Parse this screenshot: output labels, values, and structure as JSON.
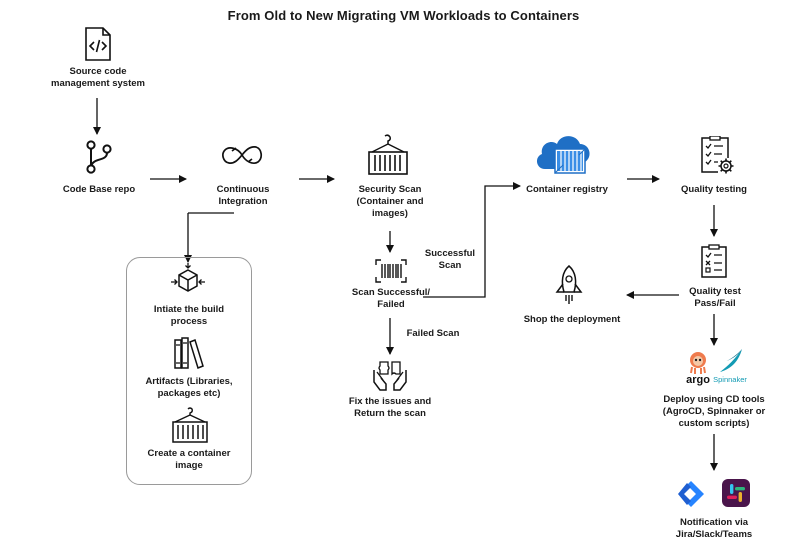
{
  "title": "From Old to New Migrating VM Workloads to Containers",
  "nodes": {
    "source_code": [
      "Source code",
      "management system"
    ],
    "code_base": [
      "Code Base repo"
    ],
    "ci": [
      "Continuous",
      "Integration"
    ],
    "security_scan": [
      "Security Scan",
      "(Container and",
      "images)"
    ],
    "container_registry": [
      "Container registry"
    ],
    "quality_testing": [
      "Quality testing"
    ],
    "build_process": [
      "Intiate the build",
      "process"
    ],
    "artifacts": [
      "Artifacts (Libraries,",
      "packages etc)"
    ],
    "create_image": [
      "Create a container",
      "image"
    ],
    "scan_result": [
      "Scan Successful/",
      "Failed"
    ],
    "fix_issues": [
      "Fix the issues and",
      "Return the scan"
    ],
    "stop_deploy": [
      "Shop the deployment"
    ],
    "quality_result": [
      "Quality test",
      "Pass/Fail"
    ],
    "deploy_cd": [
      "Deploy using CD tools",
      "(AgroCD, Spinnaker or",
      "custom scripts)"
    ],
    "notification": [
      "Notification via",
      "Jira/Slack/Teams"
    ]
  },
  "edge_labels": {
    "successful": [
      "Successful",
      "Scan"
    ],
    "failed": [
      "Failed Scan"
    ]
  },
  "logos": {
    "argo": "argo",
    "spinnaker": "Spinnaker"
  },
  "colors": {
    "azure": "#1f6fc5",
    "jira": "#2684ff",
    "slack_bg": "#4a154b",
    "argo": "#ef7b4d",
    "spinnaker": "#139bb4"
  }
}
